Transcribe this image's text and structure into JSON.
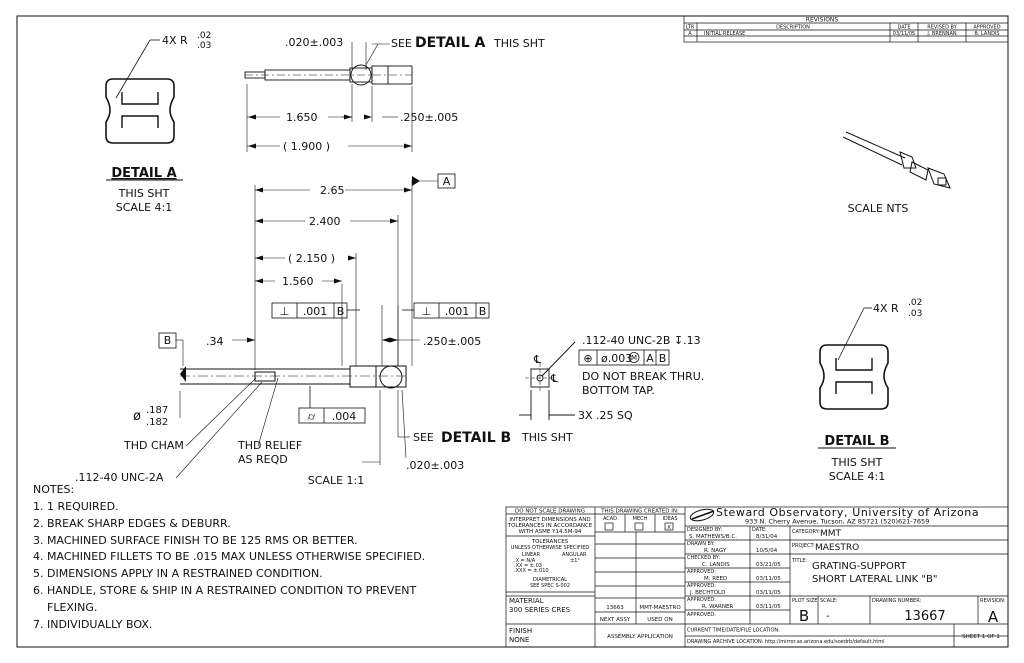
{
  "revisions": {
    "title": "REVISIONS",
    "headers": [
      "LTR",
      "DESCRIPTION",
      "DATE",
      "REVISED BY",
      "APPROVED"
    ],
    "rows": [
      [
        "A",
        "INITIAL RELEASE",
        "03/11/05",
        "J. BRENNAN",
        "B. LANDIS"
      ]
    ]
  },
  "detail_a": {
    "title": "DETAIL A",
    "sheet": "THIS SHT",
    "scale": "SCALE 4:1",
    "radius_prefix": "4X R",
    "radius_hi": ".02",
    "radius_lo": ".03"
  },
  "detail_b": {
    "title": "DETAIL B",
    "sheet": "THIS SHT",
    "scale": "SCALE 4:1",
    "radius_prefix": "4X R",
    "radius_hi": ".02",
    "radius_lo": ".03"
  },
  "top_view": {
    "tol_020": ".020±.003",
    "see_prefix": "SEE",
    "see_detail_a": "DETAIL A",
    "see_suffix": "THIS SHT",
    "dim_1650": "1.650",
    "dim_250": ".250±.005",
    "dim_1900": "( 1.900 )"
  },
  "iso_view": {
    "scale": "SCALE NTS"
  },
  "main_view": {
    "dim_265": "2.65",
    "datum_a": "A",
    "dim_2400": "2.400",
    "dim_2150": "( 2.150 )",
    "dim_1560": "1.560",
    "perp_sym": "⊥",
    "perp_val": ".001",
    "perp_datum": "B",
    "datum_b": "B",
    "dim_34": ".34",
    "dim_250": ".250±.005",
    "dia_prefix": "ø",
    "dia_hi": ".187",
    "dia_lo": ".182",
    "cyl_val": ".004",
    "thd_cham": "THD CHAM",
    "thd_relief_1": "THD RELIEF",
    "thd_relief_2": "AS REQD",
    "thread_label": ".112-40 UNC-2A",
    "see_prefix": "SEE",
    "see_detail_b": "DETAIL B",
    "see_suffix": "THIS SHT",
    "tol_020": ".020±.003",
    "scale": "SCALE 1:1"
  },
  "end_view": {
    "tap": ".112-40 UNC-2B ↧.13",
    "pos_sym": "⊕",
    "pos_val": "ø.003",
    "pos_mod": "M",
    "pos_a": "A",
    "pos_b": "B",
    "note1": "DO NOT BREAK THRU.",
    "note2": "BOTTOM TAP.",
    "sq": "3X .25 SQ",
    "cl": "℄"
  },
  "notes": {
    "heading": "NOTES:",
    "items": [
      "1. 1 REQUIRED.",
      "2. BREAK SHARP EDGES & DEBURR.",
      "3. MACHINED SURFACE FINISH TO BE 125 RMS OR BETTER.",
      "4. MACHINED FILLETS TO BE .015 MAX UNLESS OTHERWISE SPECIFIED.",
      "5. DIMENSIONS APPLY IN A RESTRAINED CONDITION.",
      "6. HANDLE, STORE & SHIP IN A RESTRAINED CONDITION TO PREVENT",
      "    FLEXING.",
      "7. INDIVIDUALLY BOX."
    ]
  },
  "title_block": {
    "no_scale": "DO NOT SCALE DRAWING",
    "interpret_1": "INTERPRET DIMENSIONS AND",
    "interpret_2": "TOLERANCES IN ACCORDANCE",
    "interpret_3": "WITH ASME Y14.5M-94",
    "tolerances": "TOLERANCES",
    "unless": "UNLESS OTHERWISE SPECIFIED",
    "linear": "LINEAR",
    "angular": "ANGULAR",
    "tol_x": ".X   = N/A",
    "tol_xx": ".XX  = ±.03",
    "tol_xxx": ".XXX = ±.010",
    "tol_ang": "±1°",
    "diametrical": "DIAMETRICAL",
    "see_spec": "SEE SPEC S-002",
    "material_label": "MATERIAL",
    "material": "300 SERIES CRES",
    "finish_label": "FINISH",
    "finish": "NONE",
    "created_in": "THIS DRAWING CREATED IN:",
    "acad": "ACAD",
    "mech": "MECH",
    "ideas": "IDEAS",
    "ideas_mark": "X",
    "assy_no": "13663",
    "assy_name": "MMT-MAESTRO",
    "next_assy": "NEXT ASSY",
    "used_on": "USED ON",
    "assembly_app": "ASSEMBLY APPLICATION",
    "org_name": "Steward Observatory, University of Arizona",
    "org_addr": "933 N. Cherry Avenue, Tucson, AZ  85721  (520)621-7659",
    "designed_by": "DESIGNED BY:",
    "designer": "S. MATHEWS/B.C.",
    "design_date": "8/31/04",
    "drawn_by": "DRAWN BY:",
    "drawer": "R. NAGY",
    "drawn_date": "10/5/04",
    "checked_by": "CHECKED BY:",
    "checker": "C. LANDIS",
    "checked_date": "03/21/05",
    "approved_1": "APPROVED:",
    "approver_1": "M. REED",
    "approved_1_date": "03/11/05",
    "approved_2": "APPROVED:",
    "approver_2": "J. BECHTOLD",
    "approved_2_date": "03/11/05",
    "approved_3": "APPROVED:",
    "approver_3": "R. WARNER",
    "approved_3_date": "03/11/05",
    "approved_4": "APPROVED:",
    "date_label": "DATE:",
    "category_label": "CATEGORY:",
    "category": "MMT",
    "project_label": "PROJECT:",
    "project": "MAESTRO",
    "title_label": "TITLE:",
    "title_1": "GRATING-SUPPORT",
    "title_2": "SHORT LATERAL LINK \"B\"",
    "plot_size_label": "PLOT SIZE",
    "plot_size": "B",
    "scale_label": "SCALE:",
    "scale": "-",
    "drawing_no_label": "DRAWING NUMBER:",
    "drawing_no": "13667",
    "revision_label": "REVISION:",
    "revision": "A",
    "current_time": "CURRENT TIME/DATE/FILE LOCATION:",
    "archive": "DRAWING ARCHIVE LOCATION: http://mirror.as.arizona.edu/soedrb/default.html",
    "sheet": "SHEET 1 OF 1"
  }
}
